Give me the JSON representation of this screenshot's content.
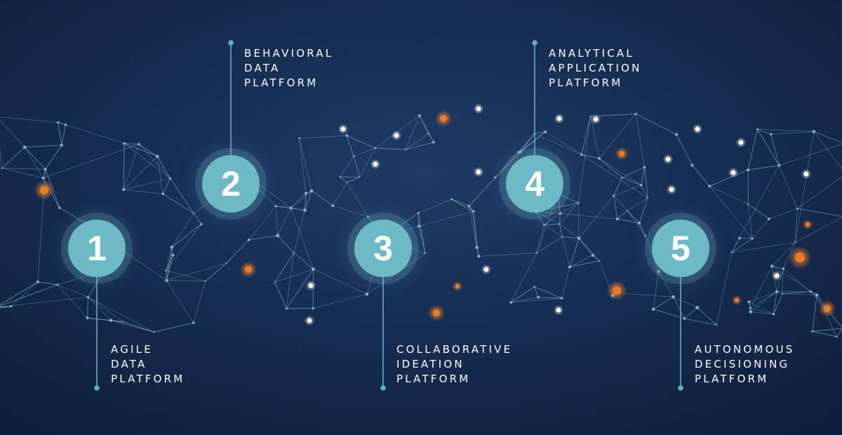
{
  "steps": [
    {
      "number": "1",
      "label_lines": [
        "AGILE",
        "DATA",
        "PLATFORM"
      ]
    },
    {
      "number": "2",
      "label_lines": [
        "BEHAVIORAL",
        "DATA",
        "PLATFORM"
      ]
    },
    {
      "number": "3",
      "label_lines": [
        "COLLABORATIVE",
        "IDEATION",
        "PLATFORM"
      ]
    },
    {
      "number": "4",
      "label_lines": [
        "ANALYTICAL",
        "APPLICATION",
        "PLATFORM"
      ]
    },
    {
      "number": "5",
      "label_lines": [
        "AUTONOMOUS",
        "DECISIONING",
        "PLATFORM"
      ]
    }
  ],
  "colors": {
    "background_center": "#1e3a66",
    "background_edge": "#0e1f3c",
    "network_line": "#7fb3c0",
    "badge": "#6db9c6",
    "badge_text": "#ffffff",
    "label_text": "#ffffff",
    "connector": "#5fb0c4",
    "accent_node": "#f07a1e",
    "highlight_node": "#ffffff"
  }
}
